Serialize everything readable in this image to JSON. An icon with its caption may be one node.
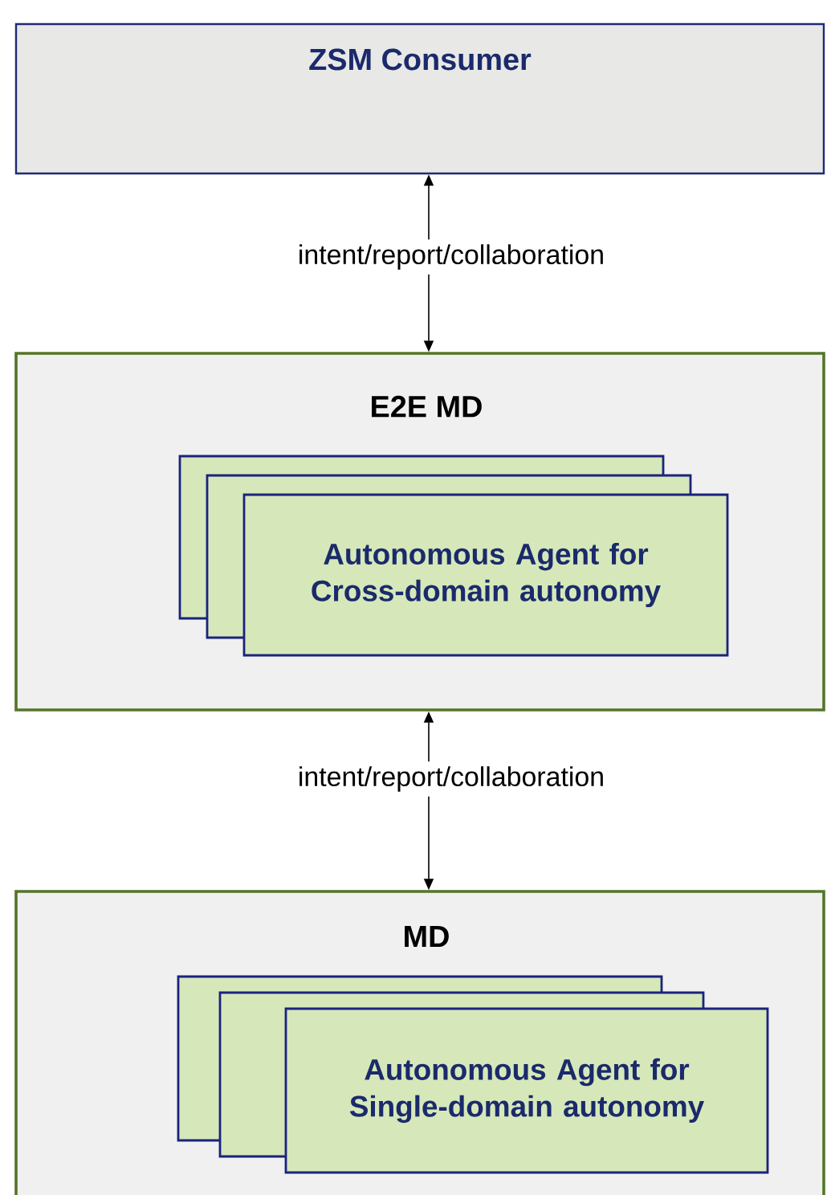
{
  "diagram": {
    "nodes": [
      {
        "text": [
          "ZSM Consumer"
        ]
      },
      {
        "text": [
          "E2E MD"
        ]
      },
      {
        "text": [],
        "shape": "box",
        "in": 1
      },
      {
        "text": [],
        "shape": "box",
        "in": 1
      },
      {
        "text": [
          "Autonomous Agent for Cross-domain autonomy"
        ],
        "in": 1
      },
      {
        "text": [
          "MD"
        ]
      },
      {
        "text": [],
        "shape": "box",
        "in": 5
      },
      {
        "text": [],
        "shape": "box",
        "in": 5
      },
      {
        "text": [
          "Autonomous Agent for Single-domain autonomy"
        ],
        "in": 5
      }
    ],
    "edges": [
      {
        "from": 1,
        "to": 0,
        "arrow": "both",
        "label": "intent/report/collaboration"
      },
      {
        "from": 5,
        "to": 1,
        "arrow": "both",
        "label": "intent/report/collaboration"
      }
    ]
  }
}
